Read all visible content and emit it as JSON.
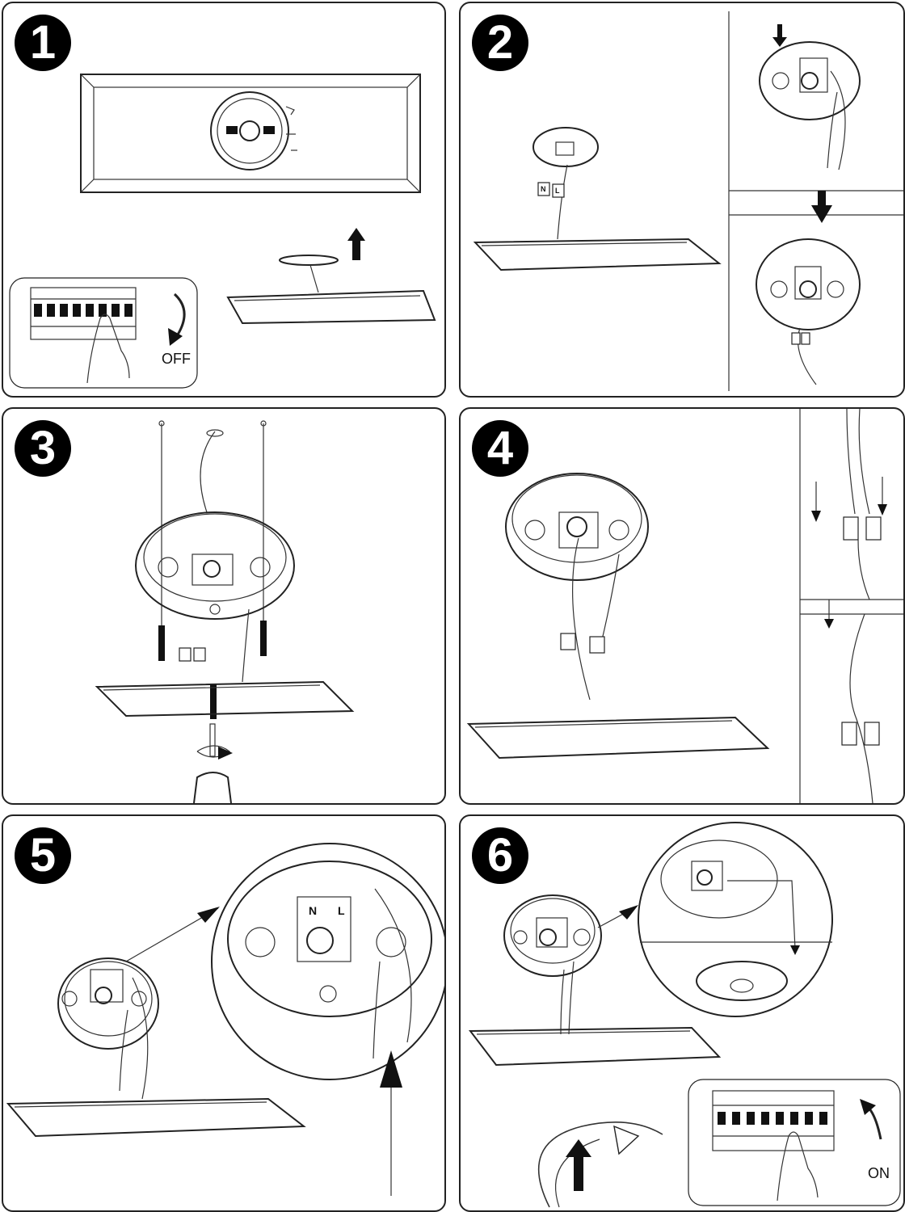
{
  "steps": [
    {
      "number": "1",
      "label": "OFF"
    },
    {
      "number": "2"
    },
    {
      "number": "3"
    },
    {
      "number": "4"
    },
    {
      "number": "5"
    },
    {
      "number": "6",
      "label": "ON"
    }
  ],
  "terminal_labels": {
    "neutral": "N",
    "live": "L"
  },
  "icons": [
    "arrow-up-icon",
    "arrow-down-icon",
    "curved-arrow-icon",
    "screwdriver-icon",
    "circuit-breaker-icon",
    "hand-icon"
  ]
}
